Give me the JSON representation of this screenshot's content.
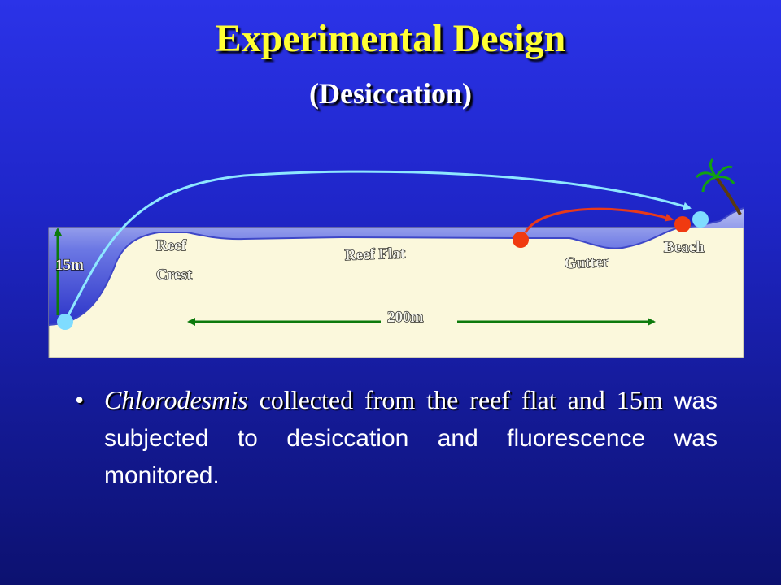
{
  "slide": {
    "title": "Experimental Design",
    "subtitle": "(Desiccation)"
  },
  "diagram": {
    "labels": {
      "depth": "15m",
      "reef_crest_line1": "Reef",
      "reef_crest_line2": "Crest",
      "reef_flat": "Reef Flat",
      "gutter": "Gutter",
      "beach": "Beach",
      "distance": "200m"
    },
    "colors": {
      "sand": "#fbf8dc",
      "water": "#4a57d6",
      "deep_site_marker": "#7fdcff",
      "reef_flat_marker": "#f03a10",
      "transfer_arrow_15m": "#8ee7ff",
      "transfer_arrow_reef_flat": "#e83a1a",
      "scale_arrow": "#0c7a0c"
    }
  },
  "bullet": {
    "species": "Chlorodesmis",
    "rest_line1": " collected from the reef flat and 15m",
    "rest_sans": "was subjected to desiccation and fluorescence was monitored."
  }
}
